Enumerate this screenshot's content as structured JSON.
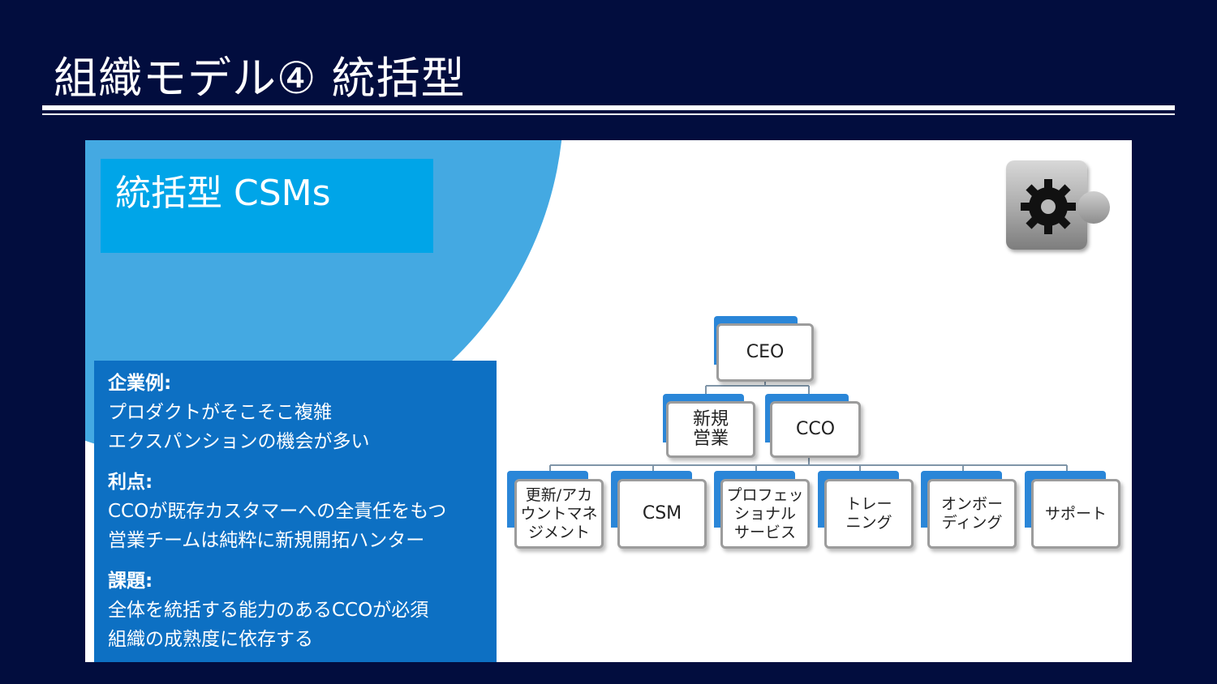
{
  "title": "組織モデル④ 統括型",
  "slide": {
    "subtitle": "統括型 CSMs",
    "sections": [
      {
        "heading": "企業例:",
        "lines": [
          "プロダクトがそこそこ複雑",
          "エクスパンションの機会が多い"
        ]
      },
      {
        "heading": "利点:",
        "lines": [
          "CCOが既存カスタマーへの全責任をもつ",
          "営業チームは純粋に新規開拓ハンター"
        ]
      },
      {
        "heading": "課題:",
        "lines": [
          "全体を統括する能力のあるCCOが必須",
          "組織の成熟度に依存する"
        ]
      }
    ]
  },
  "org": {
    "ceo": "CEO",
    "level2": [
      "新規\n営業",
      "CCO"
    ],
    "level3": [
      "更新/アカ\nウントマネ\nジメント",
      "CSM",
      "プロフェッ\nショナル\nサービス",
      "トレー\nニング",
      "オンボー\nディング",
      "サポート"
    ]
  },
  "icons": {
    "gear": "gear-puzzle-icon"
  },
  "colors": {
    "background": "#020d3e",
    "circle": "#44a9e2",
    "subtitle_box": "#00a5e8",
    "info_box": "#0d70c3",
    "node_tab": "#2a86d8"
  }
}
